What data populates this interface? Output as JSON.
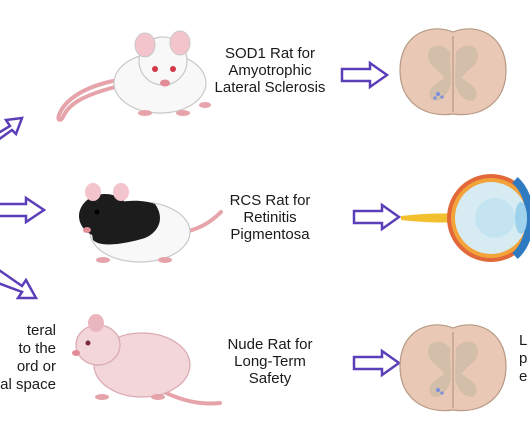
{
  "rows": [
    {
      "model_label_lines": [
        "SOD1 Rat for",
        "Amyotrophic",
        "Lateral Sclerosis"
      ],
      "rat": "white-rat",
      "target": "spinal-cord"
    },
    {
      "model_label_lines": [
        "RCS Rat for",
        "Retinitis",
        "Pigmentosa"
      ],
      "rat": "hooded-rat",
      "target": "eye"
    },
    {
      "model_label_lines": [
        "Nude Rat for",
        "Long-Term",
        "Safety"
      ],
      "rat": "nude-rat",
      "target": "spinal-cord"
    }
  ],
  "left_fragment_lines": [
    "teral",
    "to the",
    "ord or",
    "al space"
  ],
  "right_fragment_lines": [
    "L",
    "",
    "p",
    "e"
  ],
  "colors": {
    "arrow_fill": "#ffffff",
    "arrow_stroke": "#5b3fb8",
    "cord_outer": "#e9c9b5",
    "cord_grey": "#cdbba8",
    "rat_white": "#f8f8f8",
    "rat_black": "#1c1c1c",
    "rat_pink": "#f3d6da",
    "tail": "#e6a3aa"
  }
}
